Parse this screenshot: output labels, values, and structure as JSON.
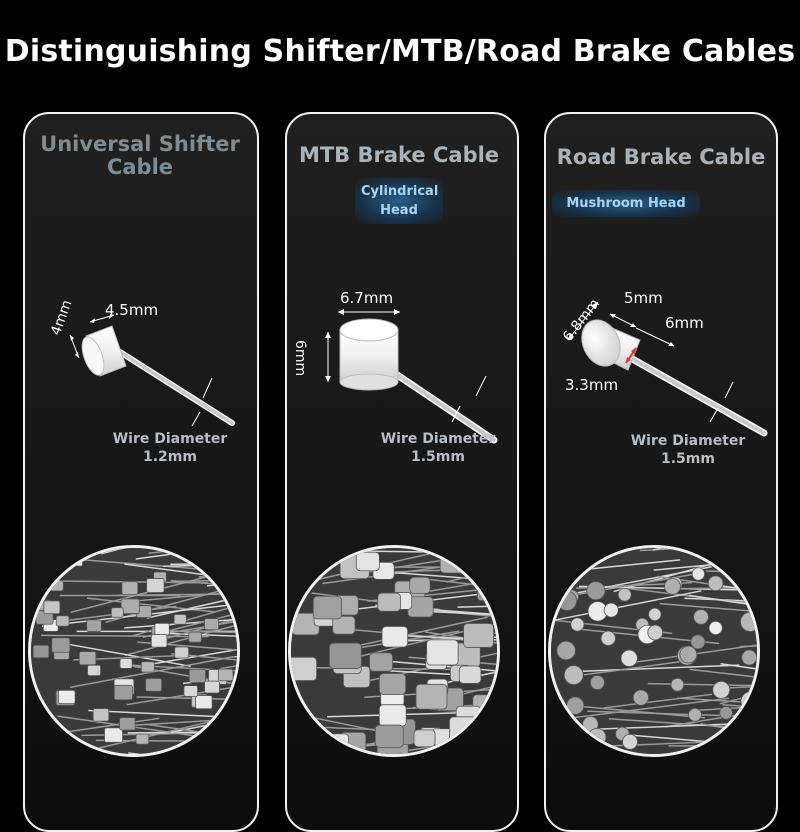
{
  "title": "Distinguishing Shifter/MTB/Road Brake Cables",
  "panels": [
    {
      "title": "Universal Shifter Cable",
      "head_type": "",
      "dims": {
        "a": "4.5mm",
        "b": "4mm"
      },
      "wire_label": "Wire Diameter",
      "wire_value": "1.2mm"
    },
    {
      "title": "MTB Brake Cable",
      "head_type": "Cylindrical Head",
      "dims": {
        "a": "6.7mm",
        "b": "6mm"
      },
      "wire_label": "Wire Diameter",
      "wire_value": "1.5mm"
    },
    {
      "title": "Road Brake Cable",
      "head_type": "Mushroom Head",
      "dims": {
        "a": "6.8mm",
        "b": "5mm",
        "c": "6mm",
        "d": "3.3mm"
      },
      "wire_label": "Wire Diameter",
      "wire_value": "1.5mm"
    }
  ],
  "colors": {
    "accent_tag": "#a9d4ef",
    "title": "#ffffff",
    "panel_border": "#f2f2f2",
    "dimension_red": "#e03030"
  }
}
